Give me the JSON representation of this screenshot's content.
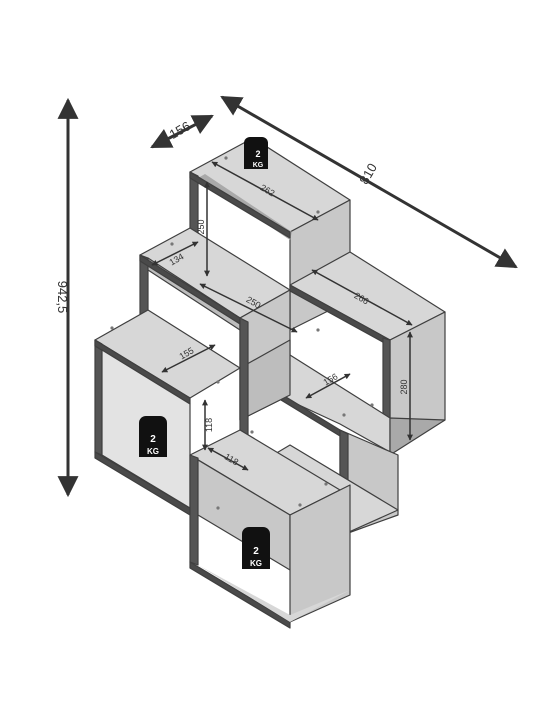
{
  "colors": {
    "panel_light": "#d7d7d7",
    "panel_mid": "#c8c8c8",
    "panel_dark": "#a9a9a9",
    "edge": "#3f3f3f",
    "arrow": "#333333",
    "weight": "#111111"
  },
  "dimensions": {
    "total_height": "942,5",
    "total_width": "810",
    "depth": "156",
    "top_inner_width": "262",
    "top_inner_height": "250",
    "left_depth_small": "134",
    "middle_inner_width": "250",
    "right_inner_width": "266",
    "right_inner_height": "280",
    "left_lower_depth": "155",
    "right_lower_depth": "156",
    "small_gap_height": "118",
    "small_gap_width": "118"
  },
  "weights": {
    "top": {
      "value": "2",
      "unit": "KG"
    },
    "left": {
      "value": "2",
      "unit": "KG"
    },
    "bottom": {
      "value": "2",
      "unit": "KG"
    }
  }
}
